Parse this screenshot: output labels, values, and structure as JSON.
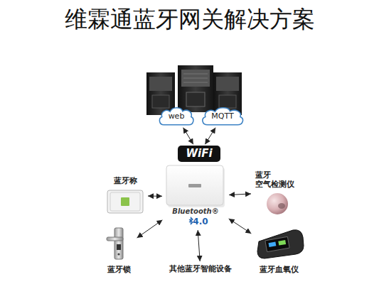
{
  "diagram": {
    "title": "维霖通蓝牙网关解决方案",
    "nodes": [
      {
        "text": [
          "web"
        ]
      },
      {
        "text": [
          "MQTT"
        ]
      },
      {
        "text": [
          "WiFi"
        ]
      },
      {
        "text": [
          "Bluetooth®",
          "4.0"
        ]
      },
      {
        "text": [
          "蓝牙称"
        ]
      },
      {
        "text": [
          "蓝牙 空气检测仪"
        ]
      },
      {
        "text": [
          "蓝牙锁"
        ]
      },
      {
        "text": [
          "其他蓝牙智能设备"
        ]
      },
      {
        "text": [
          "蓝牙血氧仪"
        ]
      }
    ],
    "edges": [
      {
        "from": 0,
        "to": 2,
        "arrow": "both"
      },
      {
        "from": 1,
        "to": 2,
        "arrow": "both"
      },
      {
        "from": 3,
        "to": 4,
        "arrow": "both"
      },
      {
        "from": 3,
        "to": 5,
        "arrow": "both"
      },
      {
        "from": 3,
        "to": 6,
        "arrow": "both"
      },
      {
        "from": 3,
        "to": 7,
        "arrow": "both"
      },
      {
        "from": 3,
        "to": 8,
        "arrow": "both"
      }
    ]
  }
}
